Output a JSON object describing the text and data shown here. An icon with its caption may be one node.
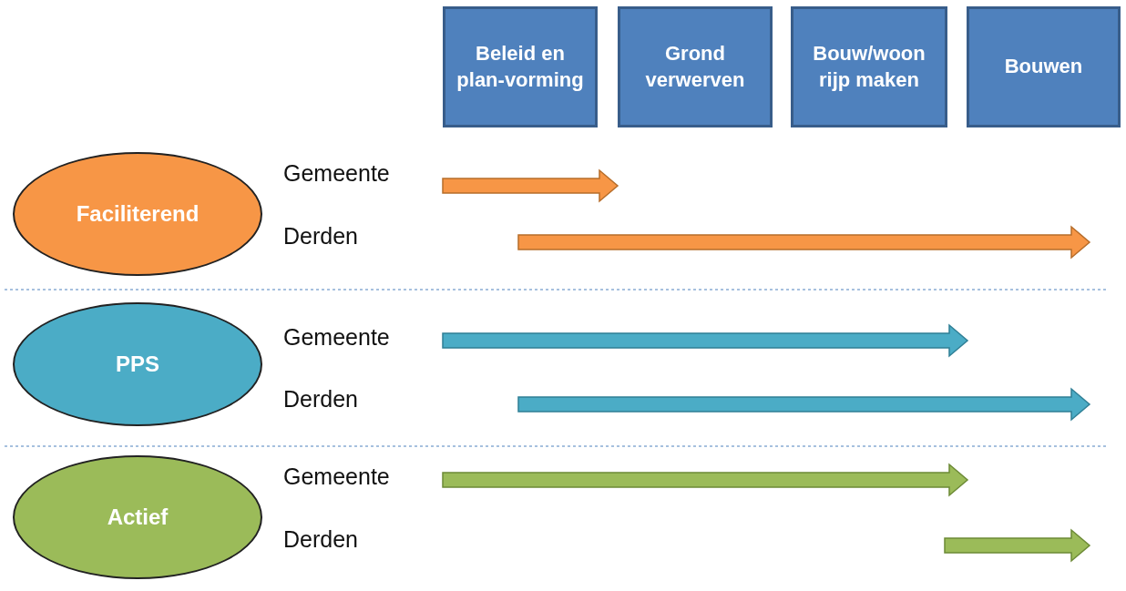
{
  "diagram": {
    "nodes": [
      {
        "text": [
          "Beleid en plan-vorming"
        ]
      },
      {
        "text": [
          "Grond verwerven"
        ]
      },
      {
        "text": [
          "Bouw/woon rijp maken"
        ]
      },
      {
        "text": [
          "Bouwen"
        ]
      },
      {
        "text": [
          "Faciliterend"
        ]
      },
      {
        "text": [
          "PPS"
        ]
      },
      {
        "text": [
          "Actief"
        ]
      }
    ],
    "edges": [],
    "labels": [
      "Gemeente",
      "Derden",
      "Gemeente",
      "Derden",
      "Gemeente",
      "Derden"
    ]
  }
}
